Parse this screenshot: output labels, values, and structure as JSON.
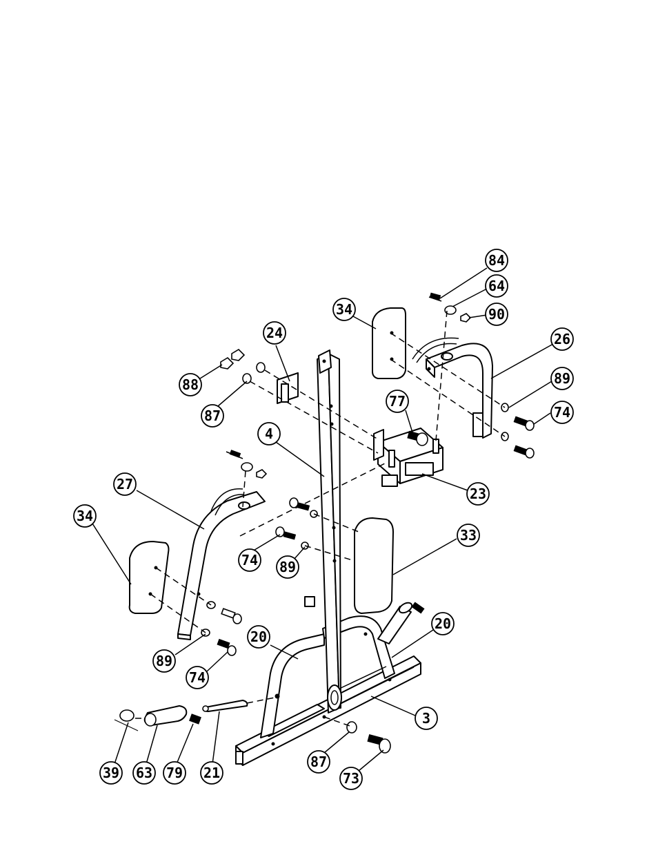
{
  "callouts": [
    {
      "id": "84",
      "label": "84"
    },
    {
      "id": "64",
      "label": "64"
    },
    {
      "id": "90",
      "label": "90"
    },
    {
      "id": "34a",
      "label": "34"
    },
    {
      "id": "24",
      "label": "24"
    },
    {
      "id": "26",
      "label": "26"
    },
    {
      "id": "88",
      "label": "88"
    },
    {
      "id": "87a",
      "label": "87"
    },
    {
      "id": "89a",
      "label": "89"
    },
    {
      "id": "74a",
      "label": "74"
    },
    {
      "id": "77",
      "label": "77"
    },
    {
      "id": "4",
      "label": "4"
    },
    {
      "id": "27",
      "label": "27"
    },
    {
      "id": "23",
      "label": "23"
    },
    {
      "id": "34b",
      "label": "34"
    },
    {
      "id": "33",
      "label": "33"
    },
    {
      "id": "74b",
      "label": "74"
    },
    {
      "id": "89b",
      "label": "89"
    },
    {
      "id": "20a",
      "label": "20"
    },
    {
      "id": "20b",
      "label": "20"
    },
    {
      "id": "89c",
      "label": "89"
    },
    {
      "id": "74c",
      "label": "74"
    },
    {
      "id": "3",
      "label": "3"
    },
    {
      "id": "87b",
      "label": "87"
    },
    {
      "id": "39",
      "label": "39"
    },
    {
      "id": "63",
      "label": "63"
    },
    {
      "id": "79",
      "label": "79"
    },
    {
      "id": "21",
      "label": "21"
    },
    {
      "id": "73",
      "label": "73"
    }
  ]
}
